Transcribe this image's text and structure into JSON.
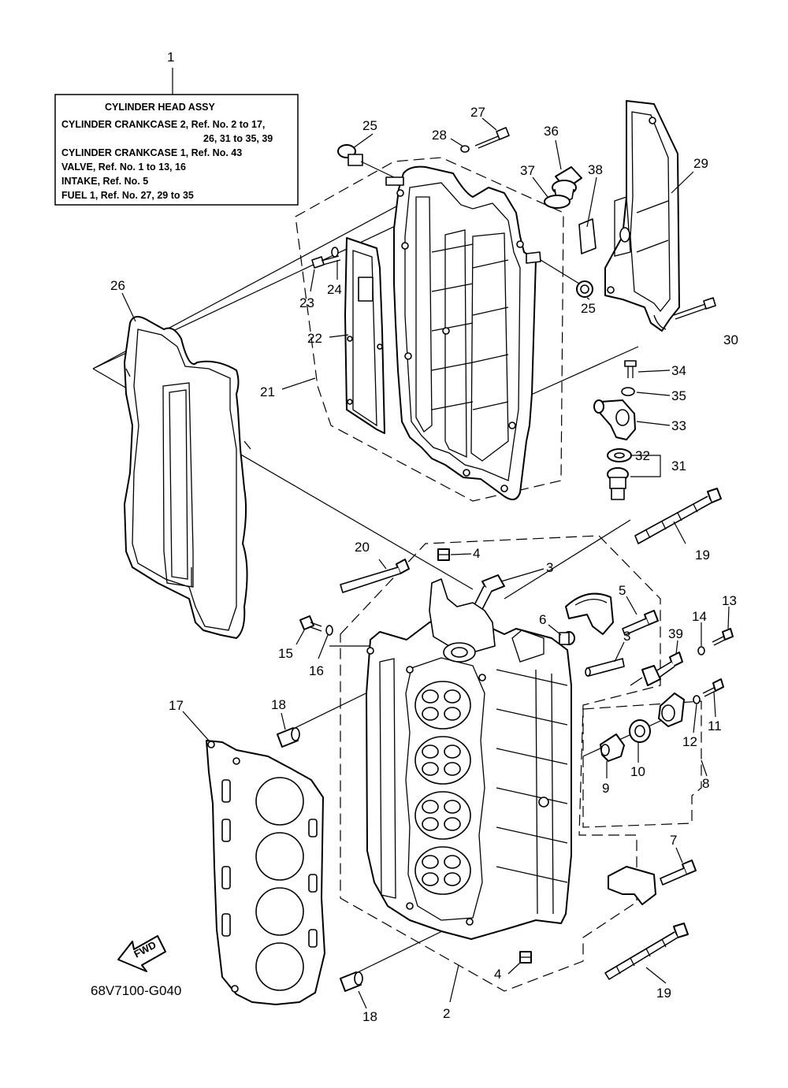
{
  "diagram": {
    "legend": {
      "ref": "1",
      "lines": [
        "CYLINDER HEAD ASSY",
        "CYLINDER CRANKCASE 2,  Ref. No. 2 to 17,",
        "26,  31  to  35,  39",
        "CYLINDER CRANKCASE 1,  Ref. No. 43",
        "VALVE,     Ref. No. 1 to 13, 16",
        "INTAKE,   Ref. No. 5",
        "FUEL 1,  Ref. No. 27, 29 to 35"
      ]
    },
    "fwd_label": "FWD",
    "drawing_code": "68V7100-G040",
    "callouts": [
      {
        "id": "c25a",
        "text": "25"
      },
      {
        "id": "c28",
        "text": "28"
      },
      {
        "id": "c27",
        "text": "27"
      },
      {
        "id": "c36",
        "text": "36"
      },
      {
        "id": "c37",
        "text": "37"
      },
      {
        "id": "c38",
        "text": "38"
      },
      {
        "id": "c29",
        "text": "29"
      },
      {
        "id": "c26",
        "text": "26"
      },
      {
        "id": "c24",
        "text": "24"
      },
      {
        "id": "c23",
        "text": "23"
      },
      {
        "id": "c22",
        "text": "22"
      },
      {
        "id": "c21",
        "text": "21"
      },
      {
        "id": "c25b",
        "text": "25"
      },
      {
        "id": "c30",
        "text": "30"
      },
      {
        "id": "c34",
        "text": "34"
      },
      {
        "id": "c35",
        "text": "35"
      },
      {
        "id": "c33",
        "text": "33"
      },
      {
        "id": "c32",
        "text": "32"
      },
      {
        "id": "c31",
        "text": "31"
      },
      {
        "id": "c19a",
        "text": "19"
      },
      {
        "id": "c20",
        "text": "20"
      },
      {
        "id": "c4a",
        "text": "4"
      },
      {
        "id": "c3a",
        "text": "3"
      },
      {
        "id": "c5",
        "text": "5"
      },
      {
        "id": "c13",
        "text": "13"
      },
      {
        "id": "c6",
        "text": "6"
      },
      {
        "id": "c14",
        "text": "14"
      },
      {
        "id": "c39",
        "text": "39"
      },
      {
        "id": "c3b",
        "text": "3"
      },
      {
        "id": "c15",
        "text": "15"
      },
      {
        "id": "c16",
        "text": "16"
      },
      {
        "id": "c11",
        "text": "11"
      },
      {
        "id": "c12",
        "text": "12"
      },
      {
        "id": "c17",
        "text": "17"
      },
      {
        "id": "c18a",
        "text": "18"
      },
      {
        "id": "c9",
        "text": "9"
      },
      {
        "id": "c10",
        "text": "10"
      },
      {
        "id": "c8",
        "text": "8"
      },
      {
        "id": "c7",
        "text": "7"
      },
      {
        "id": "c4b",
        "text": "4"
      },
      {
        "id": "c2",
        "text": "2"
      },
      {
        "id": "c19b",
        "text": "19"
      },
      {
        "id": "c18b",
        "text": "18"
      }
    ]
  }
}
